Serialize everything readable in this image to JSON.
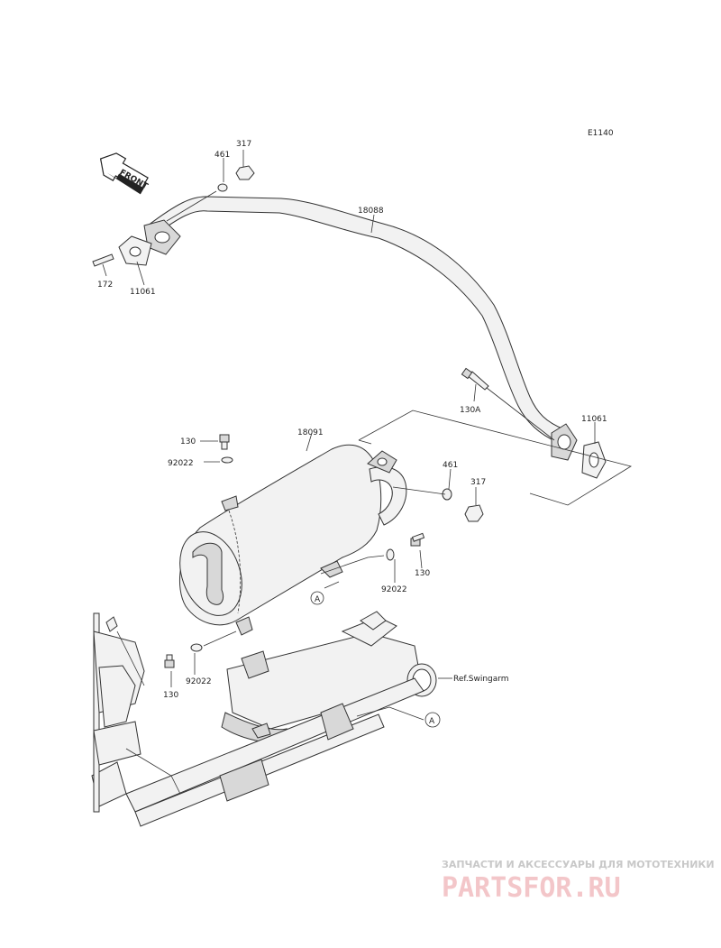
{
  "diagram_code": "E1140",
  "front_label": "FRONT",
  "callouts": {
    "p317_top": "317",
    "p461_top": "461",
    "p18088": "18088",
    "p172": "172",
    "p11061_left": "11061",
    "p130A": "130A",
    "p11061_right": "11061",
    "p130_a": "130",
    "p18091": "18091",
    "p92022_a": "92022",
    "p461_mid": "461",
    "p317_mid": "317",
    "p130_b": "130",
    "p92022_b": "92022",
    "p92022_c": "92022",
    "p130_c": "130",
    "ref_a_1": "A",
    "ref_a_2": "A",
    "ref_swingarm": "Ref.Swingarm"
  },
  "watermark": {
    "caption": "ЗАПЧАСТИ И АКСЕССУАРЫ ДЛЯ МОТОТЕХНИКИ",
    "logo": "PARTSFOR.RU"
  }
}
